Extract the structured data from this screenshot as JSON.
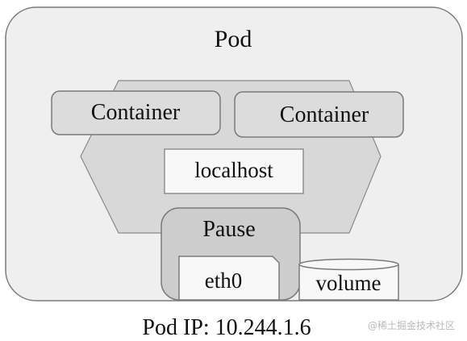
{
  "diagram": {
    "pod_label": "Pod",
    "containers": [
      {
        "label": "Container"
      },
      {
        "label": "Container"
      }
    ],
    "localhost_label": "localhost",
    "pause_label": "Pause",
    "eth0_label": "eth0",
    "volume_label": "volume",
    "pod_ip_label": "Pod IP: 10.244.1.6"
  },
  "watermark": {
    "text": "@稀土掘金技术社区"
  },
  "colors": {
    "pod_fill": "#efefef",
    "hexagon_fill": "#d8d8d8",
    "container_fill": "#dcdcdc",
    "pause_fill": "#cdcdcd",
    "box_fill": "#f8f8f8",
    "stroke": "#7a7a7a"
  }
}
